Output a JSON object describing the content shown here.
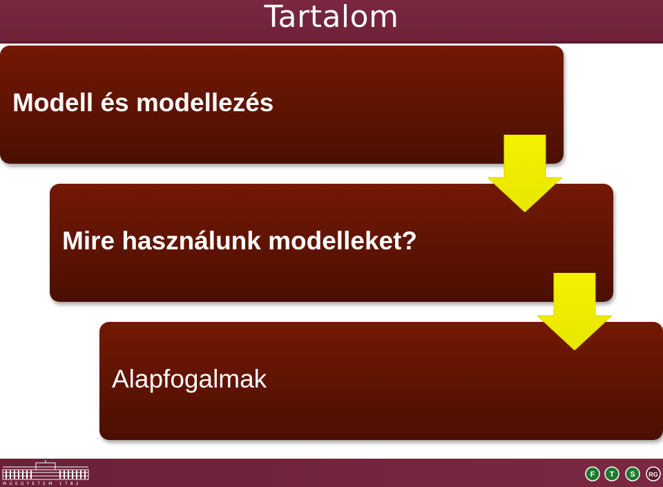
{
  "slide": {
    "title": "Tartalom"
  },
  "items": [
    {
      "label": "Modell és modellezés"
    },
    {
      "label": "Mire használunk modelleket?"
    },
    {
      "label": "Alapfogalmak"
    }
  ],
  "footer": {
    "left_logo_text": "MŰEGYETEM 1782",
    "right_logo_letters": [
      "F",
      "T",
      "S",
      "RG"
    ]
  },
  "colors": {
    "header": "#7a2840",
    "box_top": "#731804",
    "box_bottom": "#4a0f02",
    "arrow": "#f2ef00"
  }
}
